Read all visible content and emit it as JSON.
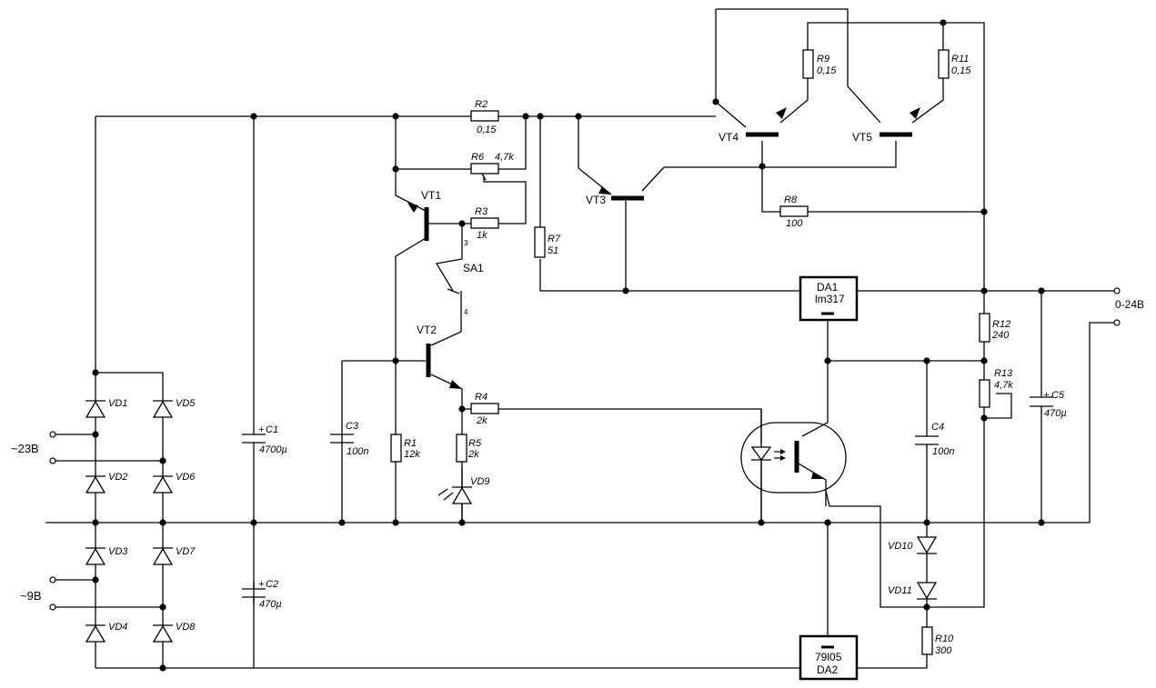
{
  "diagram": {
    "resistors": {
      "R1": {
        "ref": "R1",
        "value": "12k"
      },
      "R2": {
        "ref": "R2",
        "value": "0,15"
      },
      "R3": {
        "ref": "R3",
        "value": "1k"
      },
      "R4": {
        "ref": "R4",
        "value": "2k"
      },
      "R5": {
        "ref": "R5",
        "value": "2k"
      },
      "R6": {
        "ref": "R6",
        "value": "4,7k"
      },
      "R7": {
        "ref": "R7",
        "value": "51"
      },
      "R8": {
        "ref": "R8",
        "value": "100"
      },
      "R9": {
        "ref": "R9",
        "value": "0,15"
      },
      "R10": {
        "ref": "R10",
        "value": "300"
      },
      "R11": {
        "ref": "R11",
        "value": "0,15"
      },
      "R12": {
        "ref": "R12",
        "value": "240"
      },
      "R13": {
        "ref": "R13",
        "value": "4,7k"
      }
    },
    "capacitors": {
      "C1": {
        "ref": "C1",
        "value": "4700µ"
      },
      "C2": {
        "ref": "C2",
        "value": "470µ"
      },
      "C3": {
        "ref": "C3",
        "value": "100n"
      },
      "C4": {
        "ref": "C4",
        "value": "100n"
      },
      "C5": {
        "ref": "C5",
        "value": "470µ"
      }
    },
    "diodes": [
      "VD1",
      "VD2",
      "VD3",
      "VD4",
      "VD5",
      "VD6",
      "VD7",
      "VD8",
      "VD9",
      "VD10",
      "VD11"
    ],
    "transistors": [
      "VT1",
      "VT2",
      "VT3",
      "VT4",
      "VT5"
    ],
    "ics": {
      "DA1": {
        "ref": "DA1",
        "part": "lm317"
      },
      "DA2": {
        "ref": "DA2",
        "part": "79l05"
      }
    },
    "switch": {
      "ref": "SA1",
      "pin_a": "3",
      "pin_b": "4"
    },
    "inputs": {
      "ac_high": "~23B",
      "ac_low": "~9B"
    },
    "output": {
      "label": "0-24B"
    },
    "plus_sign": "+"
  }
}
